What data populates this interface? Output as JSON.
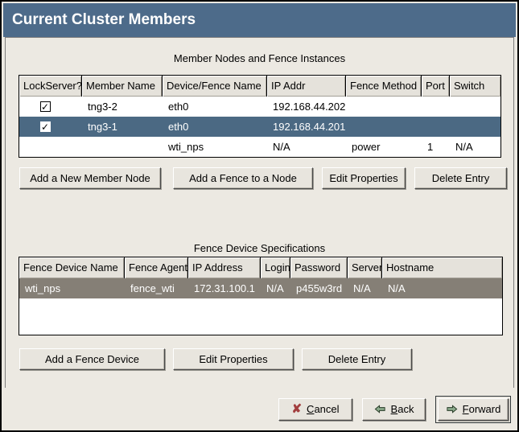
{
  "window": {
    "title": "Current Cluster Members"
  },
  "glyphs": {
    "check": "✓",
    "cancel_x": "✘"
  },
  "colors": {
    "titlebar": "#4d6b8a",
    "selection_active": "#4b6983",
    "selection_inactive": "#857f76",
    "panel_bg": "#ece9e2",
    "arrow_green": "#8cab8c",
    "cancel_red": "#a23e3e"
  },
  "member_table": {
    "caption": "Member Nodes and Fence Instances",
    "columns": [
      "LockServer?",
      "Member Name",
      "Device/Fence Name",
      "IP Addr",
      "Fence Method",
      "Port",
      "Switch"
    ],
    "rows": [
      {
        "lockserver_checked": true,
        "cells": [
          "tng3-2",
          "eth0",
          "192.168.44.202",
          "",
          "",
          ""
        ],
        "selected": false
      },
      {
        "lockserver_checked": true,
        "cells": [
          "tng3-1",
          "eth0",
          "192.168.44.201",
          "",
          "",
          ""
        ],
        "selected": true
      },
      {
        "lockserver_checked": false,
        "cells": [
          "",
          "wti_nps",
          "N/A",
          "power",
          "1",
          "N/A"
        ],
        "selected": false
      }
    ],
    "buttons": [
      "Add a New Member Node",
      "Add a Fence to a Node",
      "Edit Properties",
      "Delete Entry"
    ]
  },
  "fence_table": {
    "caption": "Fence Device Specifications",
    "columns": [
      "Fence Device Name",
      "Fence Agent",
      "IP Address",
      "Login",
      "Password",
      "Server",
      "Hostname"
    ],
    "rows": [
      {
        "cells": [
          "wti_nps",
          "fence_wti",
          "172.31.100.1",
          "N/A",
          "p455w3rd",
          "N/A",
          "N/A"
        ],
        "selected": true
      }
    ],
    "buttons": [
      "Add a Fence Device",
      "Edit Properties",
      "Delete Entry"
    ]
  },
  "footer": {
    "cancel": {
      "mn": "C",
      "rest": "ancel"
    },
    "back": {
      "mn": "B",
      "rest": "ack"
    },
    "forward": {
      "mn": "F",
      "rest": "orward"
    }
  }
}
